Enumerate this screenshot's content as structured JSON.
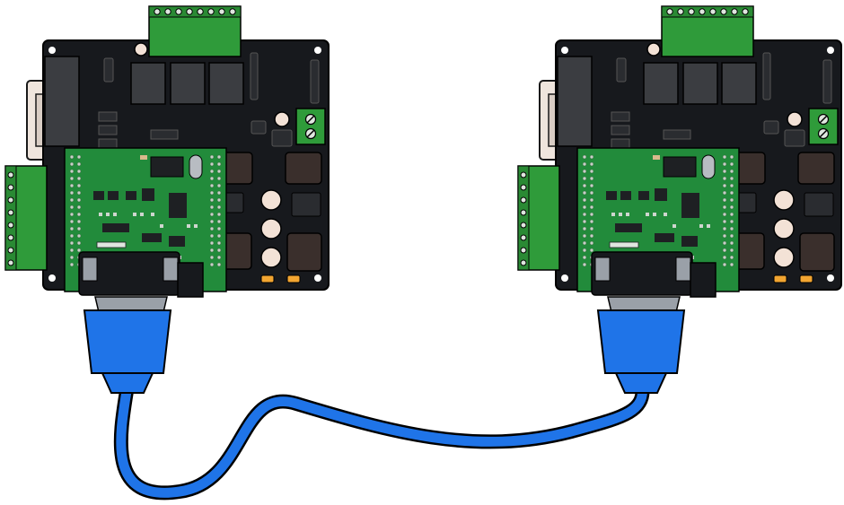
{
  "diagram": {
    "boards": [
      {
        "id": "left",
        "terminals_top": 8,
        "terminals_side": 8,
        "terminals_right": 2,
        "connector": "DB-9"
      },
      {
        "id": "right",
        "terminals_top": 8,
        "terminals_side": 8,
        "terminals_right": 2,
        "connector": "DB-9"
      }
    ],
    "cable": {
      "type": "serial cable",
      "color": "#1f74e8"
    }
  },
  "colors": {
    "board": "#17191d",
    "shield": "#228b3b",
    "terminal": "#2f9b3a",
    "db9_shell": "#9aa0a8",
    "plug": "#1f74e8",
    "cap": "#f3e2d6",
    "smd_orange": "#f2a531",
    "inductor": "#3a2f2c"
  }
}
